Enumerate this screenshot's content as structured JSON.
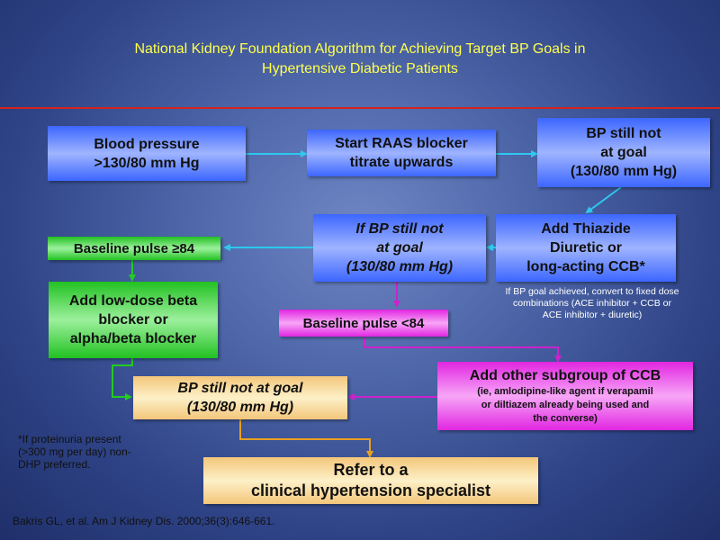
{
  "title": {
    "line1": "National Kidney Foundation Algorithm for Achieving Target BP Goals in",
    "line2": "Hypertensive Diabetic Patients"
  },
  "nodes": {
    "bp_start": {
      "line1": "Blood pressure",
      "line2": ">130/80 mm Hg"
    },
    "raas": {
      "line1": "Start  RAAS blocker",
      "line2": "titrate upwards"
    },
    "bp_not_goal_1": {
      "line1": "BP still not",
      "line2": "at goal",
      "line3": "(130/80 mm Hg)"
    },
    "thiazide": {
      "line1": "Add Thiazide",
      "line2": "Diuretic or",
      "line3": "long-acting CCB*"
    },
    "bp_not_goal_2": {
      "line1": "If BP still not",
      "line2": "at goal",
      "line3": "(130/80 mm Hg)"
    },
    "pulse_high": {
      "label": "Baseline pulse ≥84"
    },
    "beta_blocker": {
      "line1": "Add low-dose beta",
      "line2": "blocker or",
      "line3": "alpha/beta blocker"
    },
    "pulse_low": {
      "label": "Baseline pulse <84"
    },
    "other_ccb": {
      "line1": "Add other subgroup of CCB",
      "line2": "(ie, amlodipine-like agent if verapamil",
      "line3": "or diltiazem already being used and",
      "line4": "the converse)"
    },
    "bp_not_goal_3": {
      "line1": "BP still not at goal",
      "line2": "(130/80 mm Hg)"
    },
    "refer": {
      "line1": "Refer to a",
      "line2": "clinical hypertension specialist"
    }
  },
  "notes": {
    "fixed_dose": {
      "line1": "If BP goal achieved, convert to fixed dose",
      "line2": "combinations (ACE inhibitor + CCB or",
      "line3": "ACE inhibitor + diuretic)"
    },
    "proteinuria": {
      "line1": "*If proteinuria present",
      "line2": "(>300 mg per day) non-",
      "line3": "DHP preferred."
    }
  },
  "citation": "Bakris GL, et al. Am J Kidney Dis. 2000;36(3):646-661.",
  "colors": {
    "title": "#ffff4d",
    "rule": "#d6231c",
    "arrow_cyan": "#2ec8ee",
    "arrow_magenta": "#cc22cc",
    "arrow_green": "#22cc22",
    "arrow_orange": "#e8a020"
  }
}
